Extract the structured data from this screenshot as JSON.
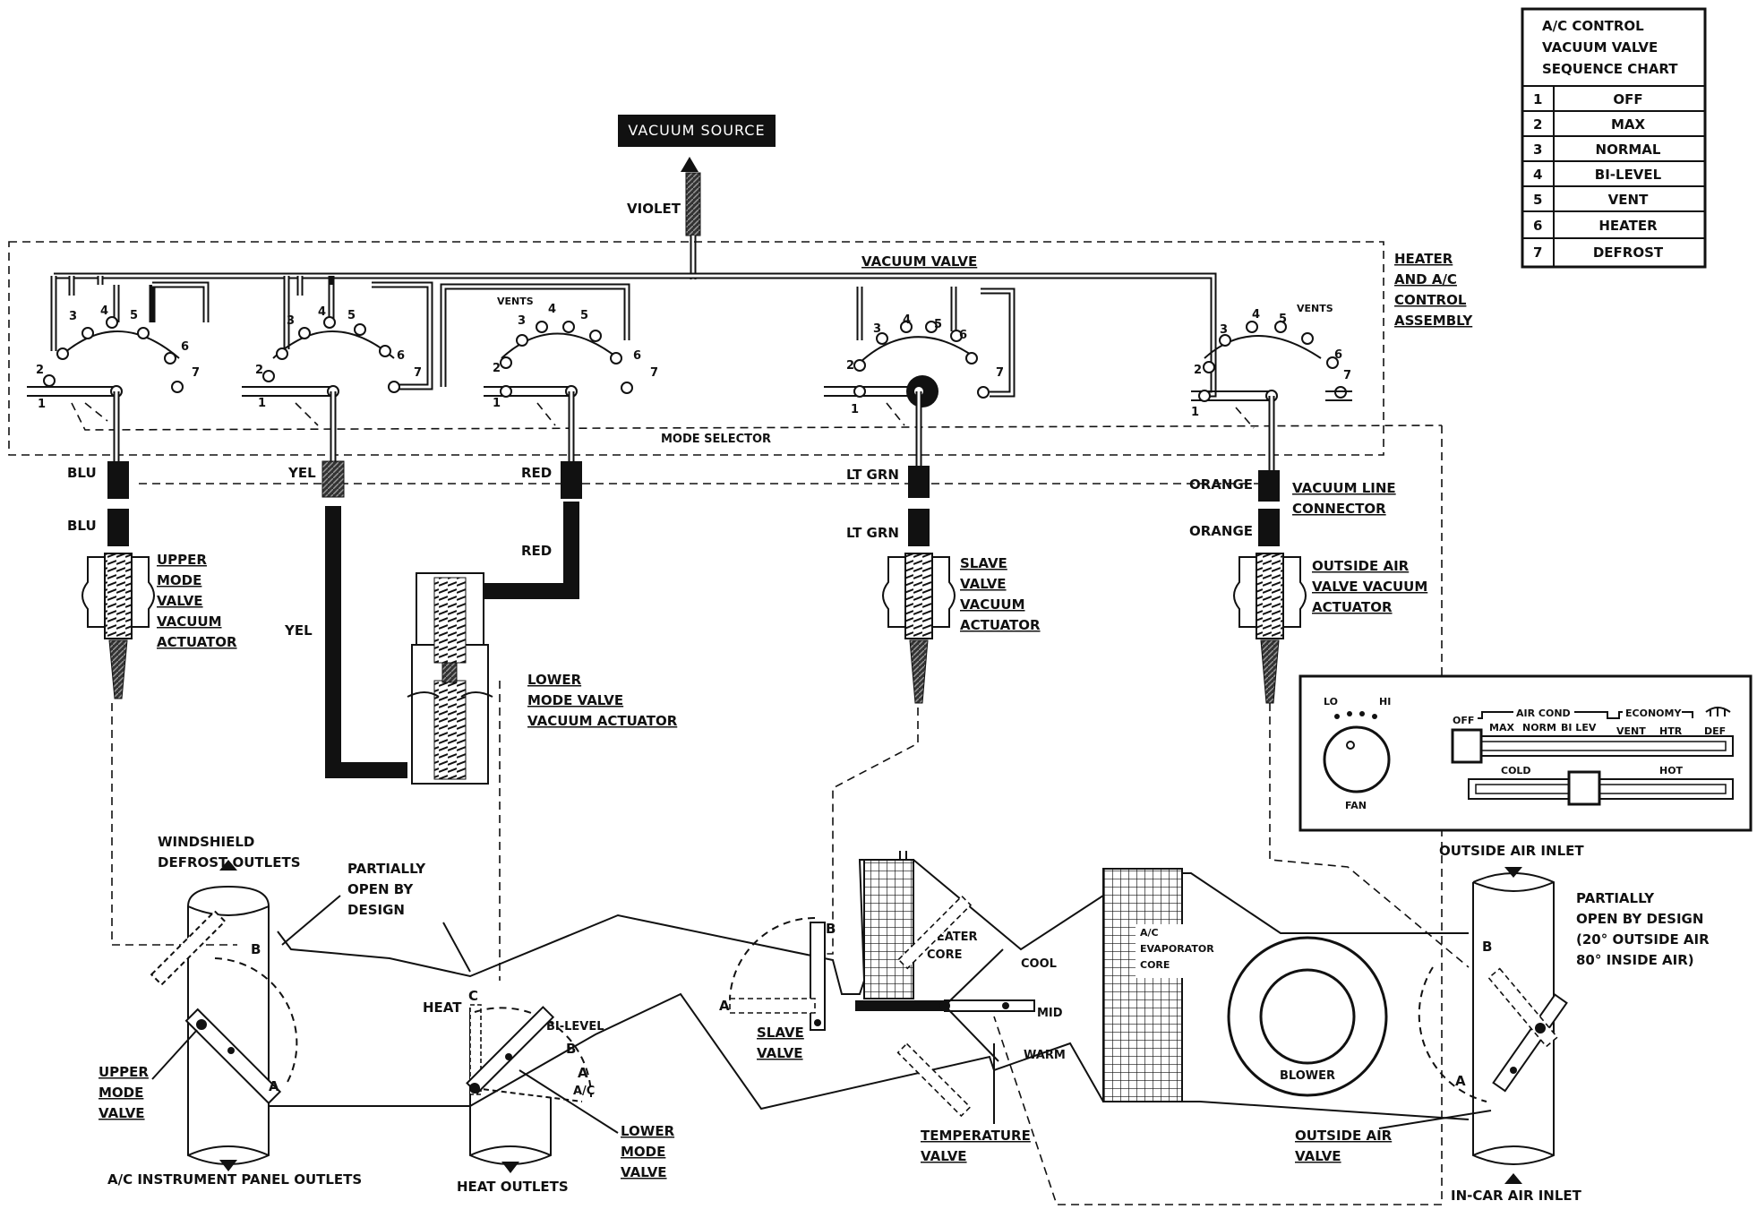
{
  "vacuum_source": "VACUUM SOURCE",
  "hoses": {
    "violet": "VIOLET",
    "blu_top": "BLU",
    "blu_bot": "BLU",
    "yel_top": "YEL",
    "yel_bot": "YEL",
    "red_top": "RED",
    "red_bot": "RED",
    "ltgrn_top": "LT GRN",
    "ltgrn_bot": "LT GRN",
    "orange_top": "ORANGE",
    "orange_bot": "ORANGE"
  },
  "control": {
    "vacuum_valve": "VACUUM VALVE",
    "assembly": [
      "HEATER",
      "AND A/C",
      "CONTROL",
      "ASSEMBLY"
    ],
    "mode_selector": "MODE SELECTOR",
    "vents": "VENTS",
    "connector": [
      "VACUUM LINE",
      "CONNECTOR"
    ]
  },
  "sequence_chart": {
    "title": [
      "A/C CONTROL",
      "VACUUM VALVE",
      "SEQUENCE CHART"
    ],
    "rows": [
      {
        "n": "1",
        "label": "OFF"
      },
      {
        "n": "2",
        "label": "MAX"
      },
      {
        "n": "3",
        "label": "NORMAL"
      },
      {
        "n": "4",
        "label": "BI-LEVEL"
      },
      {
        "n": "5",
        "label": "VENT"
      },
      {
        "n": "6",
        "label": "HEATER"
      },
      {
        "n": "7",
        "label": "DEFROST"
      }
    ]
  },
  "actuators": {
    "upper": [
      "UPPER",
      "MODE",
      "VALVE",
      "VACUUM",
      "ACTUATOR"
    ],
    "lower": [
      "LOWER",
      "MODE VALVE",
      "VACUUM ACTUATOR"
    ],
    "slave": [
      "SLAVE",
      "VALVE",
      "VACUUM",
      "ACTUATOR"
    ],
    "outside": [
      "OUTSIDE AIR",
      "VALVE VACUUM",
      "ACTUATOR"
    ]
  },
  "panel": {
    "lo": "LO",
    "hi": "HI",
    "fan": "FAN",
    "off": "OFF",
    "air_cond": "AIR COND",
    "economy": "ECONOMY",
    "max": "MAX",
    "norm": "NORM",
    "bilev": "BI LEV",
    "vent": "VENT",
    "htr": "HTR",
    "def": "DEF",
    "cold": "COLD",
    "hot": "HOT"
  },
  "duct": {
    "windshield": [
      "WINDSHIELD",
      "DEFROST OUTLETS"
    ],
    "partially_left": [
      "PARTIALLY",
      "OPEN BY",
      "DESIGN"
    ],
    "upper_mode_valve": [
      "UPPER",
      "MODE",
      "VALVE"
    ],
    "ac_outlets": "A/C INSTRUMENT PANEL OUTLETS",
    "heat": "HEAT",
    "bi_level": "BI-LEVEL",
    "ac": "A/C",
    "heat_outlets": "HEAT OUTLETS",
    "lower_mode_valve": [
      "LOWER",
      "MODE",
      "VALVE"
    ],
    "slave_valve": [
      "SLAVE",
      "VALVE"
    ],
    "heater_core": [
      "HEATER",
      "CORE"
    ],
    "cool": "COOL",
    "mid": "MID",
    "warm": "WARM",
    "temperature_valve": [
      "TEMPERATURE",
      "VALVE"
    ],
    "evaporator": [
      "A/C",
      "EVAPORATOR",
      "CORE"
    ],
    "blower": "BLOWER",
    "outside_air_inlet": "OUTSIDE AIR INLET",
    "partially_right": [
      "PARTIALLY",
      "OPEN BY DESIGN",
      "(20° OUTSIDE AIR",
      "80° INSIDE AIR)"
    ],
    "outside_air_valve": [
      "OUTSIDE AIR",
      "VALVE"
    ],
    "in_car_inlet": "IN-CAR AIR INLET",
    "letters": {
      "a": "A",
      "b": "B",
      "c": "C"
    }
  }
}
